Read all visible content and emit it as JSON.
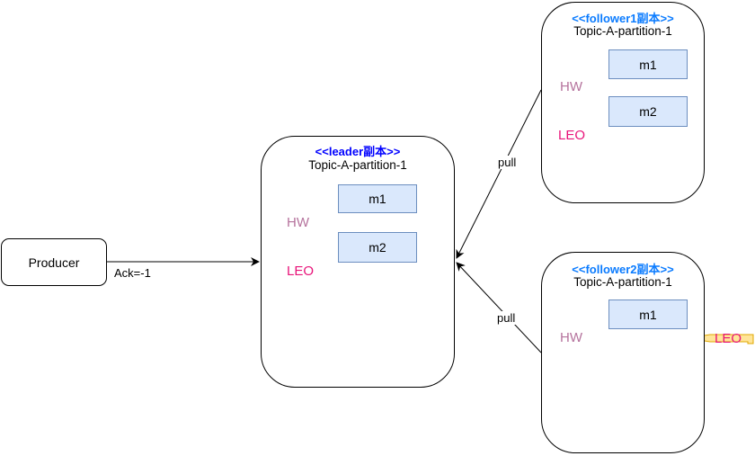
{
  "producer": {
    "label": "Producer",
    "ack_label": "Ack=-1"
  },
  "leader": {
    "stereotype": "<<leader副本>>",
    "partition": "Topic-A-partition-1",
    "messages": [
      "m1",
      "m2"
    ],
    "hw": "HW",
    "leo": "LEO"
  },
  "follower1": {
    "stereotype": "<<follower1副本>>",
    "partition": "Topic-A-partition-1",
    "messages": [
      "m1",
      "m2"
    ],
    "hw": "HW",
    "leo": "LEO"
  },
  "follower2": {
    "stereotype": "<<follower2副本>>",
    "partition": "Topic-A-partition-1",
    "messages": [
      "m1"
    ],
    "hw": "HW",
    "leo": "LEO"
  },
  "edges": {
    "pull_top": "pull",
    "pull_bottom": "pull"
  },
  "colors": {
    "message_fill": "#dae8fc",
    "message_stroke": "#6c8ebf",
    "arrow_fill": "#ffe599",
    "arrow_stroke": "#e0a800",
    "hw_text": "#b5739d",
    "leo_text": "#e8147a"
  }
}
